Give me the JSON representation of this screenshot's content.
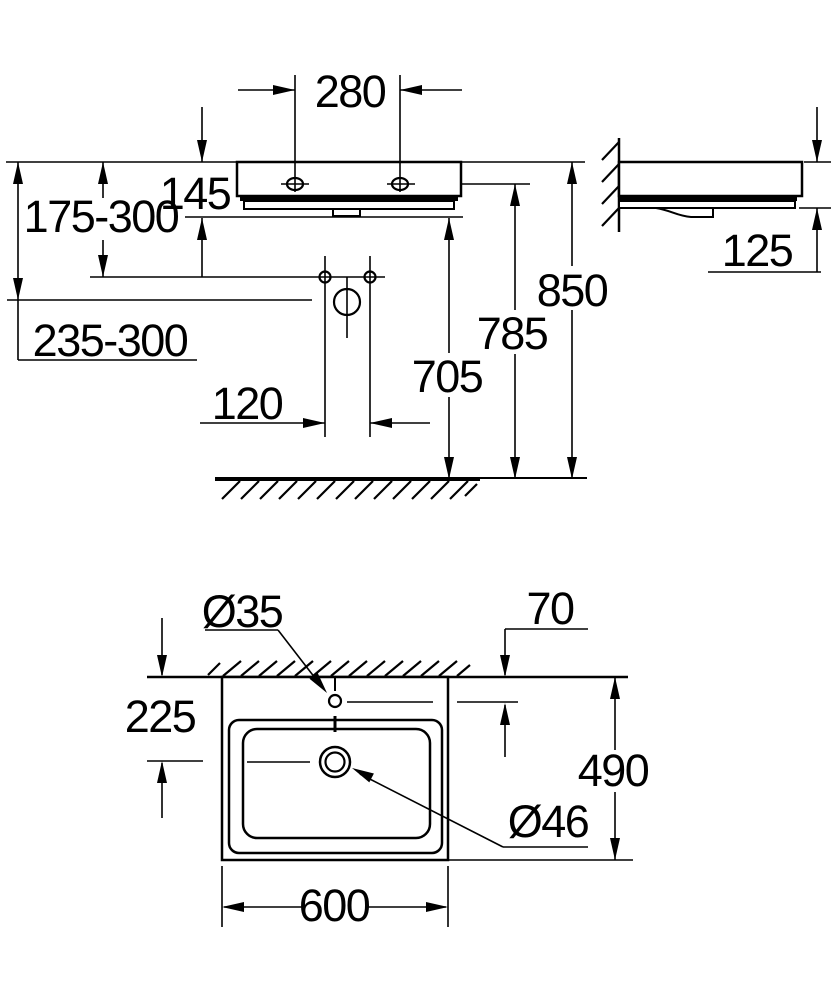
{
  "drawing": {
    "type": "washbasin-installation-dimension-drawing",
    "background_color": "#ffffff",
    "line_color": "#000000",
    "units": "mm"
  },
  "labels": {
    "front": {
      "tap_hole_spacing": "280",
      "rim_to_outlet": "145",
      "supply_height_range": "175-300",
      "trap_height_range": "235-300",
      "supply_spacing": "120",
      "outlet_height": "705",
      "tap_hole_height": "785",
      "rim_height": "850"
    },
    "side": {
      "basin_edge_height": "125"
    },
    "top": {
      "tap_hole_diameter": "Ø35",
      "tap_hole_offset": "70",
      "drain_offset": "225",
      "basin_depth": "490",
      "drain_diameter": "Ø46",
      "basin_width": "600"
    }
  }
}
